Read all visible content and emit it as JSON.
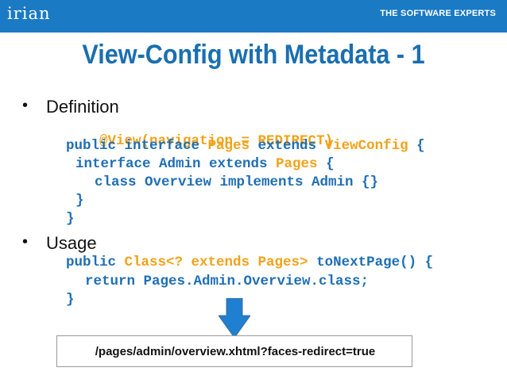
{
  "header": {
    "logo": "irian",
    "tagline": "THE SOFTWARE EXPERTS"
  },
  "title": "View-Config with Metadata - 1",
  "bullets": [
    {
      "label": "Definition",
      "lines": [
        "@View(navigation = REDIRECT)",
        "public interface Pages extends ViewConfig {",
        "interface Admin extends Pages {",
        "class Overview implements Admin {}",
        "}",
        "}"
      ]
    },
    {
      "label": "Usage",
      "lines": [
        "public Class<? extends Pages> toNextPage() {",
        "return Pages.Admin.Overview.class;",
        "}"
      ]
    }
  ],
  "result_url": "/pages/admin/overview.xhtml?faces-redirect=true",
  "colors": {
    "header_bar": "#1a7ac4",
    "title": "#1a6fb0",
    "code_blue": "#1f6fb4",
    "code_orange": "#f2a21a",
    "arrow": "#1f7fd0"
  }
}
